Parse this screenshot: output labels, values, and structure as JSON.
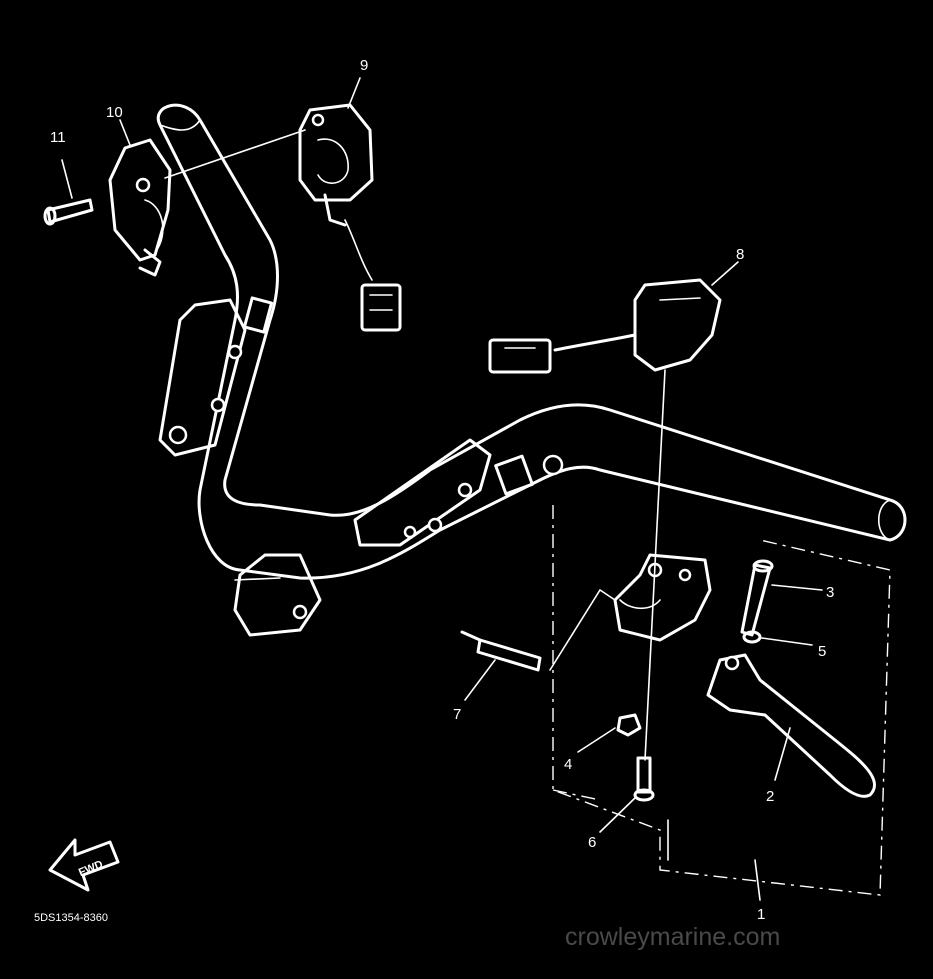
{
  "callouts": [
    {
      "num": "1"
    },
    {
      "num": "2"
    },
    {
      "num": "3"
    },
    {
      "num": "4"
    },
    {
      "num": "5"
    },
    {
      "num": "6"
    },
    {
      "num": "7"
    },
    {
      "num": "8"
    },
    {
      "num": "9"
    },
    {
      "num": "10"
    },
    {
      "num": "11"
    }
  ],
  "diagram_code": "5DS1354-8360",
  "forward_label": "FWD",
  "watermark": "crowleymarine.com",
  "colors": {
    "background": "#000000",
    "line": "#ffffff",
    "watermark": "#4a4a4a"
  }
}
